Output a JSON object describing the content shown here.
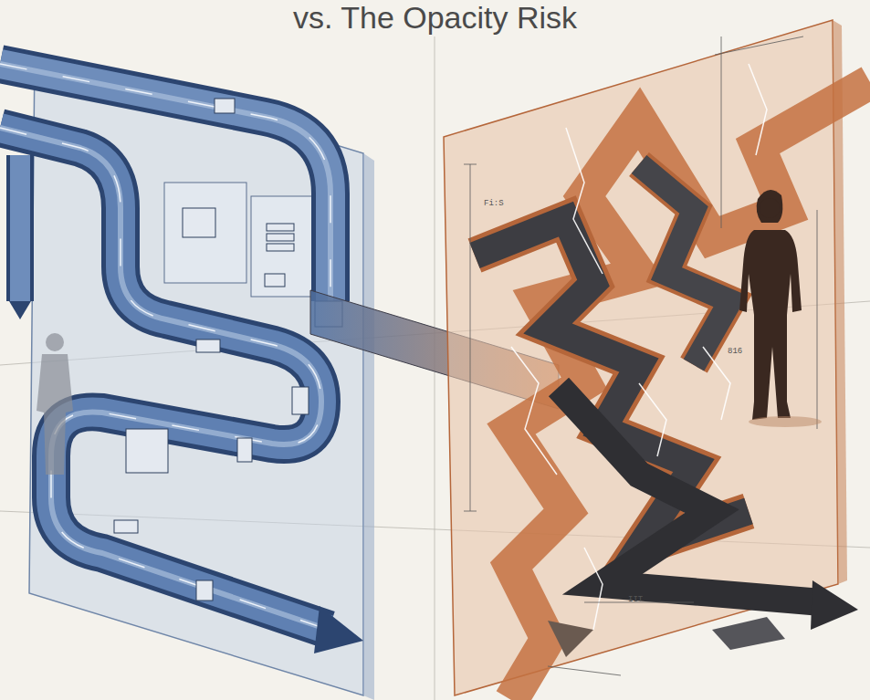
{
  "diagram": {
    "title": "vs. The Opacity Risk",
    "labels": [
      "Fi:S",
      "816",
      "IIT"
    ]
  }
}
